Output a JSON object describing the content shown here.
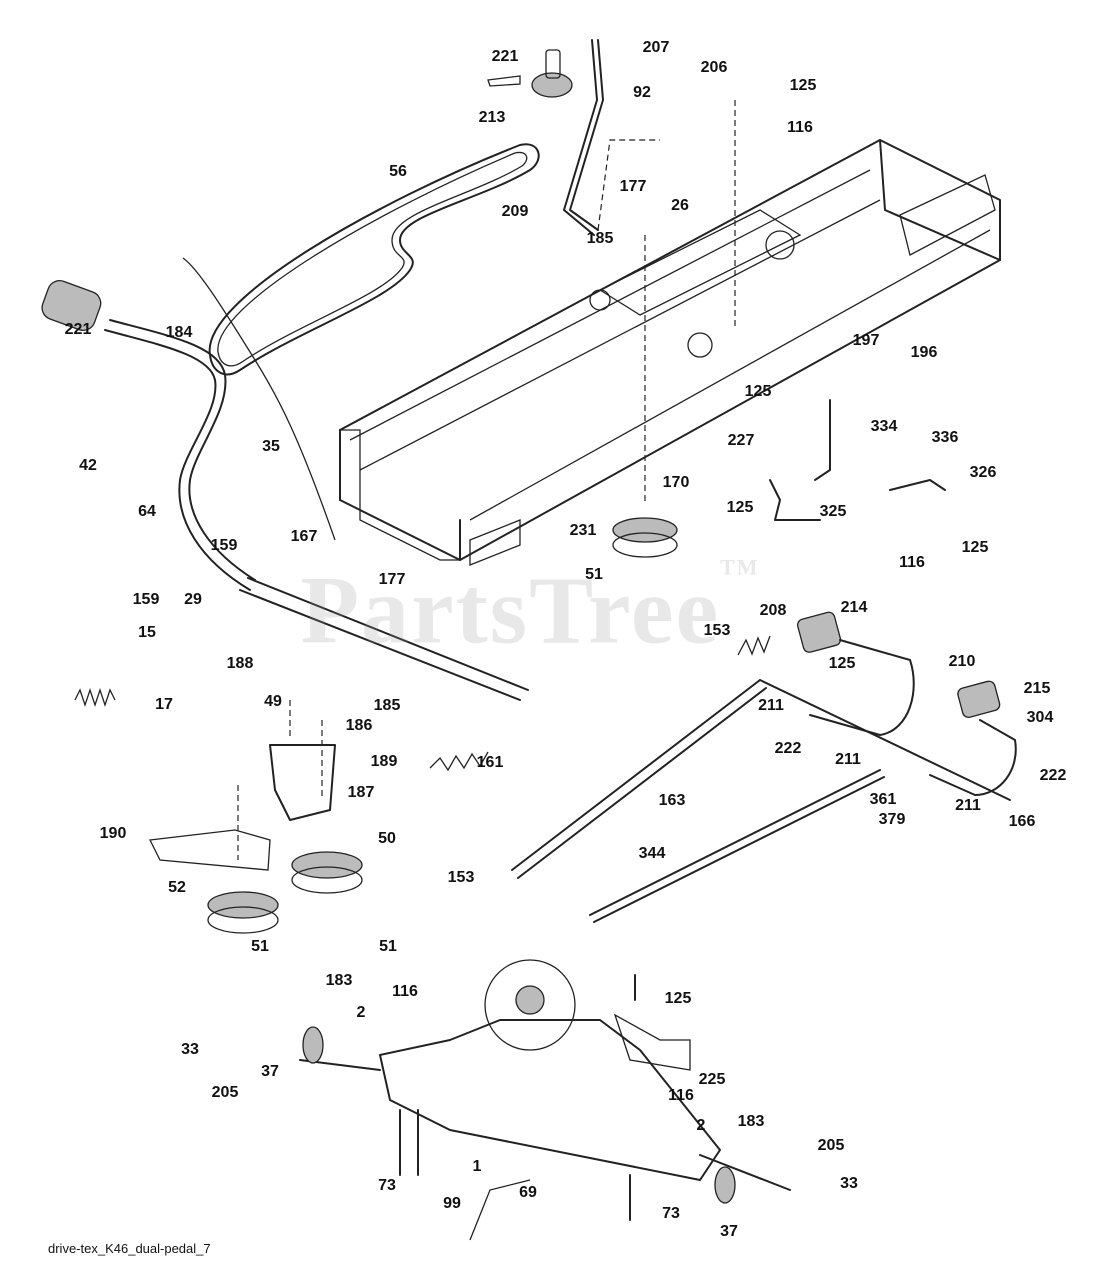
{
  "watermark": {
    "text": "PartsTree",
    "mark": "TM",
    "color": "#9a9a9a"
  },
  "footer": {
    "caption": "drive-tex_K46_dual-pedal_7"
  },
  "callouts": [
    {
      "id": "c-221a",
      "text": "221"
    },
    {
      "id": "c-213",
      "text": "213"
    },
    {
      "id": "c-207",
      "text": "207"
    },
    {
      "id": "c-206",
      "text": "206"
    },
    {
      "id": "c-92",
      "text": "92"
    },
    {
      "id": "c-125a",
      "text": "125"
    },
    {
      "id": "c-116a",
      "text": "116"
    },
    {
      "id": "c-56",
      "text": "56"
    },
    {
      "id": "c-177a",
      "text": "177"
    },
    {
      "id": "c-26",
      "text": "26"
    },
    {
      "id": "c-209",
      "text": "209"
    },
    {
      "id": "c-185a",
      "text": "185"
    },
    {
      "id": "c-221b",
      "text": "221"
    },
    {
      "id": "c-184",
      "text": "184"
    },
    {
      "id": "c-197",
      "text": "197"
    },
    {
      "id": "c-196",
      "text": "196"
    },
    {
      "id": "c-42",
      "text": "42"
    },
    {
      "id": "c-35",
      "text": "35"
    },
    {
      "id": "c-125b",
      "text": "125"
    },
    {
      "id": "c-334",
      "text": "334"
    },
    {
      "id": "c-227",
      "text": "227"
    },
    {
      "id": "c-336",
      "text": "336"
    },
    {
      "id": "c-326",
      "text": "326"
    },
    {
      "id": "c-64",
      "text": "64"
    },
    {
      "id": "c-170",
      "text": "170"
    },
    {
      "id": "c-125c",
      "text": "125"
    },
    {
      "id": "c-325",
      "text": "325"
    },
    {
      "id": "c-231",
      "text": "231"
    },
    {
      "id": "c-159a",
      "text": "159"
    },
    {
      "id": "c-167",
      "text": "167"
    },
    {
      "id": "c-177b",
      "text": "177"
    },
    {
      "id": "c-116b",
      "text": "116"
    },
    {
      "id": "c-125d",
      "text": "125"
    },
    {
      "id": "c-51a",
      "text": "51"
    },
    {
      "id": "c-159b",
      "text": "159"
    },
    {
      "id": "c-29",
      "text": "29"
    },
    {
      "id": "c-15",
      "text": "15"
    },
    {
      "id": "c-208",
      "text": "208"
    },
    {
      "id": "c-214",
      "text": "214"
    },
    {
      "id": "c-153a",
      "text": "153"
    },
    {
      "id": "c-188",
      "text": "188"
    },
    {
      "id": "c-210",
      "text": "210"
    },
    {
      "id": "c-125e",
      "text": "125"
    },
    {
      "id": "c-17",
      "text": "17"
    },
    {
      "id": "c-49",
      "text": "49"
    },
    {
      "id": "c-185b",
      "text": "185"
    },
    {
      "id": "c-215",
      "text": "215"
    },
    {
      "id": "c-211a",
      "text": "211"
    },
    {
      "id": "c-304",
      "text": "304"
    },
    {
      "id": "c-186",
      "text": "186"
    },
    {
      "id": "c-222a",
      "text": "222"
    },
    {
      "id": "c-211b",
      "text": "211"
    },
    {
      "id": "c-189",
      "text": "189"
    },
    {
      "id": "c-161",
      "text": "161"
    },
    {
      "id": "c-222b",
      "text": "222"
    },
    {
      "id": "c-187",
      "text": "187"
    },
    {
      "id": "c-361",
      "text": "361"
    },
    {
      "id": "c-211c",
      "text": "211"
    },
    {
      "id": "c-163",
      "text": "163"
    },
    {
      "id": "c-379",
      "text": "379"
    },
    {
      "id": "c-166",
      "text": "166"
    },
    {
      "id": "c-190",
      "text": "190"
    },
    {
      "id": "c-50",
      "text": "50"
    },
    {
      "id": "c-344",
      "text": "344"
    },
    {
      "id": "c-153b",
      "text": "153"
    },
    {
      "id": "c-52",
      "text": "52"
    },
    {
      "id": "c-51b",
      "text": "51"
    },
    {
      "id": "c-51c",
      "text": "51"
    },
    {
      "id": "c-183a",
      "text": "183"
    },
    {
      "id": "c-116c",
      "text": "116"
    },
    {
      "id": "c-2a",
      "text": "2"
    },
    {
      "id": "c-125f",
      "text": "125"
    },
    {
      "id": "c-33a",
      "text": "33"
    },
    {
      "id": "c-205a",
      "text": "205"
    },
    {
      "id": "c-37a",
      "text": "37"
    },
    {
      "id": "c-225",
      "text": "225"
    },
    {
      "id": "c-116d",
      "text": "116"
    },
    {
      "id": "c-2b",
      "text": "2"
    },
    {
      "id": "c-183b",
      "text": "183"
    },
    {
      "id": "c-205b",
      "text": "205"
    },
    {
      "id": "c-1",
      "text": "1"
    },
    {
      "id": "c-73a",
      "text": "73"
    },
    {
      "id": "c-99",
      "text": "99"
    },
    {
      "id": "c-69",
      "text": "69"
    },
    {
      "id": "c-33b",
      "text": "33"
    },
    {
      "id": "c-73b",
      "text": "73"
    },
    {
      "id": "c-37b",
      "text": "37"
    }
  ]
}
